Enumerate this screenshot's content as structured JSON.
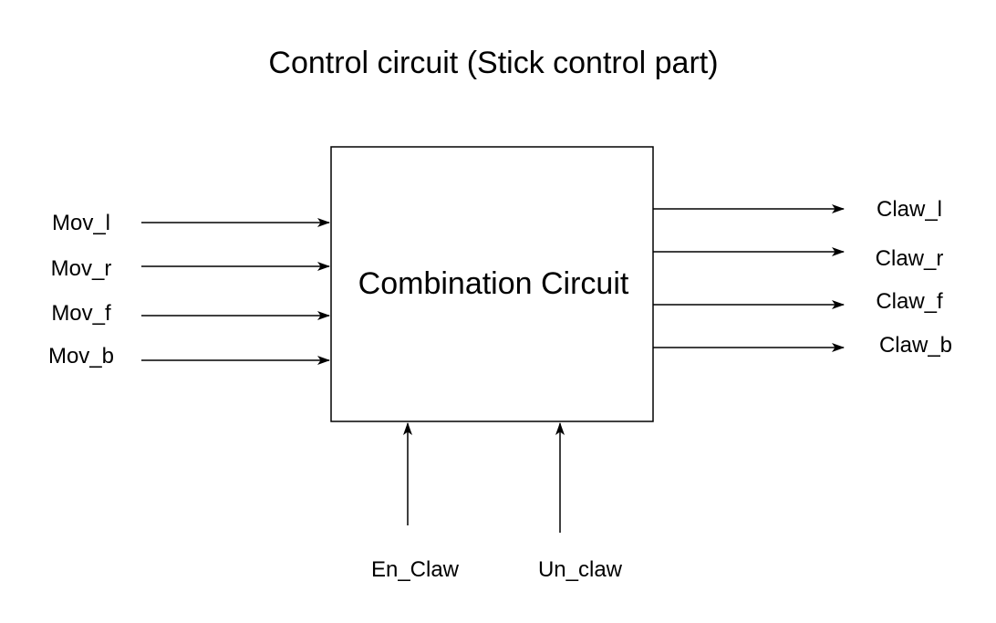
{
  "title": "Control circuit (Stick control part)",
  "block": {
    "label": "Combination Circuit"
  },
  "inputs_left": [
    "Mov_l",
    "Mov_r",
    "Mov_f",
    "Mov_b"
  ],
  "outputs_right": [
    "Claw_l",
    "Claw_r",
    "Claw_f",
    "Claw_b"
  ],
  "inputs_bottom": [
    "En_Claw",
    "Un_claw"
  ],
  "colors": {
    "stroke": "#000000",
    "background": "#ffffff"
  }
}
